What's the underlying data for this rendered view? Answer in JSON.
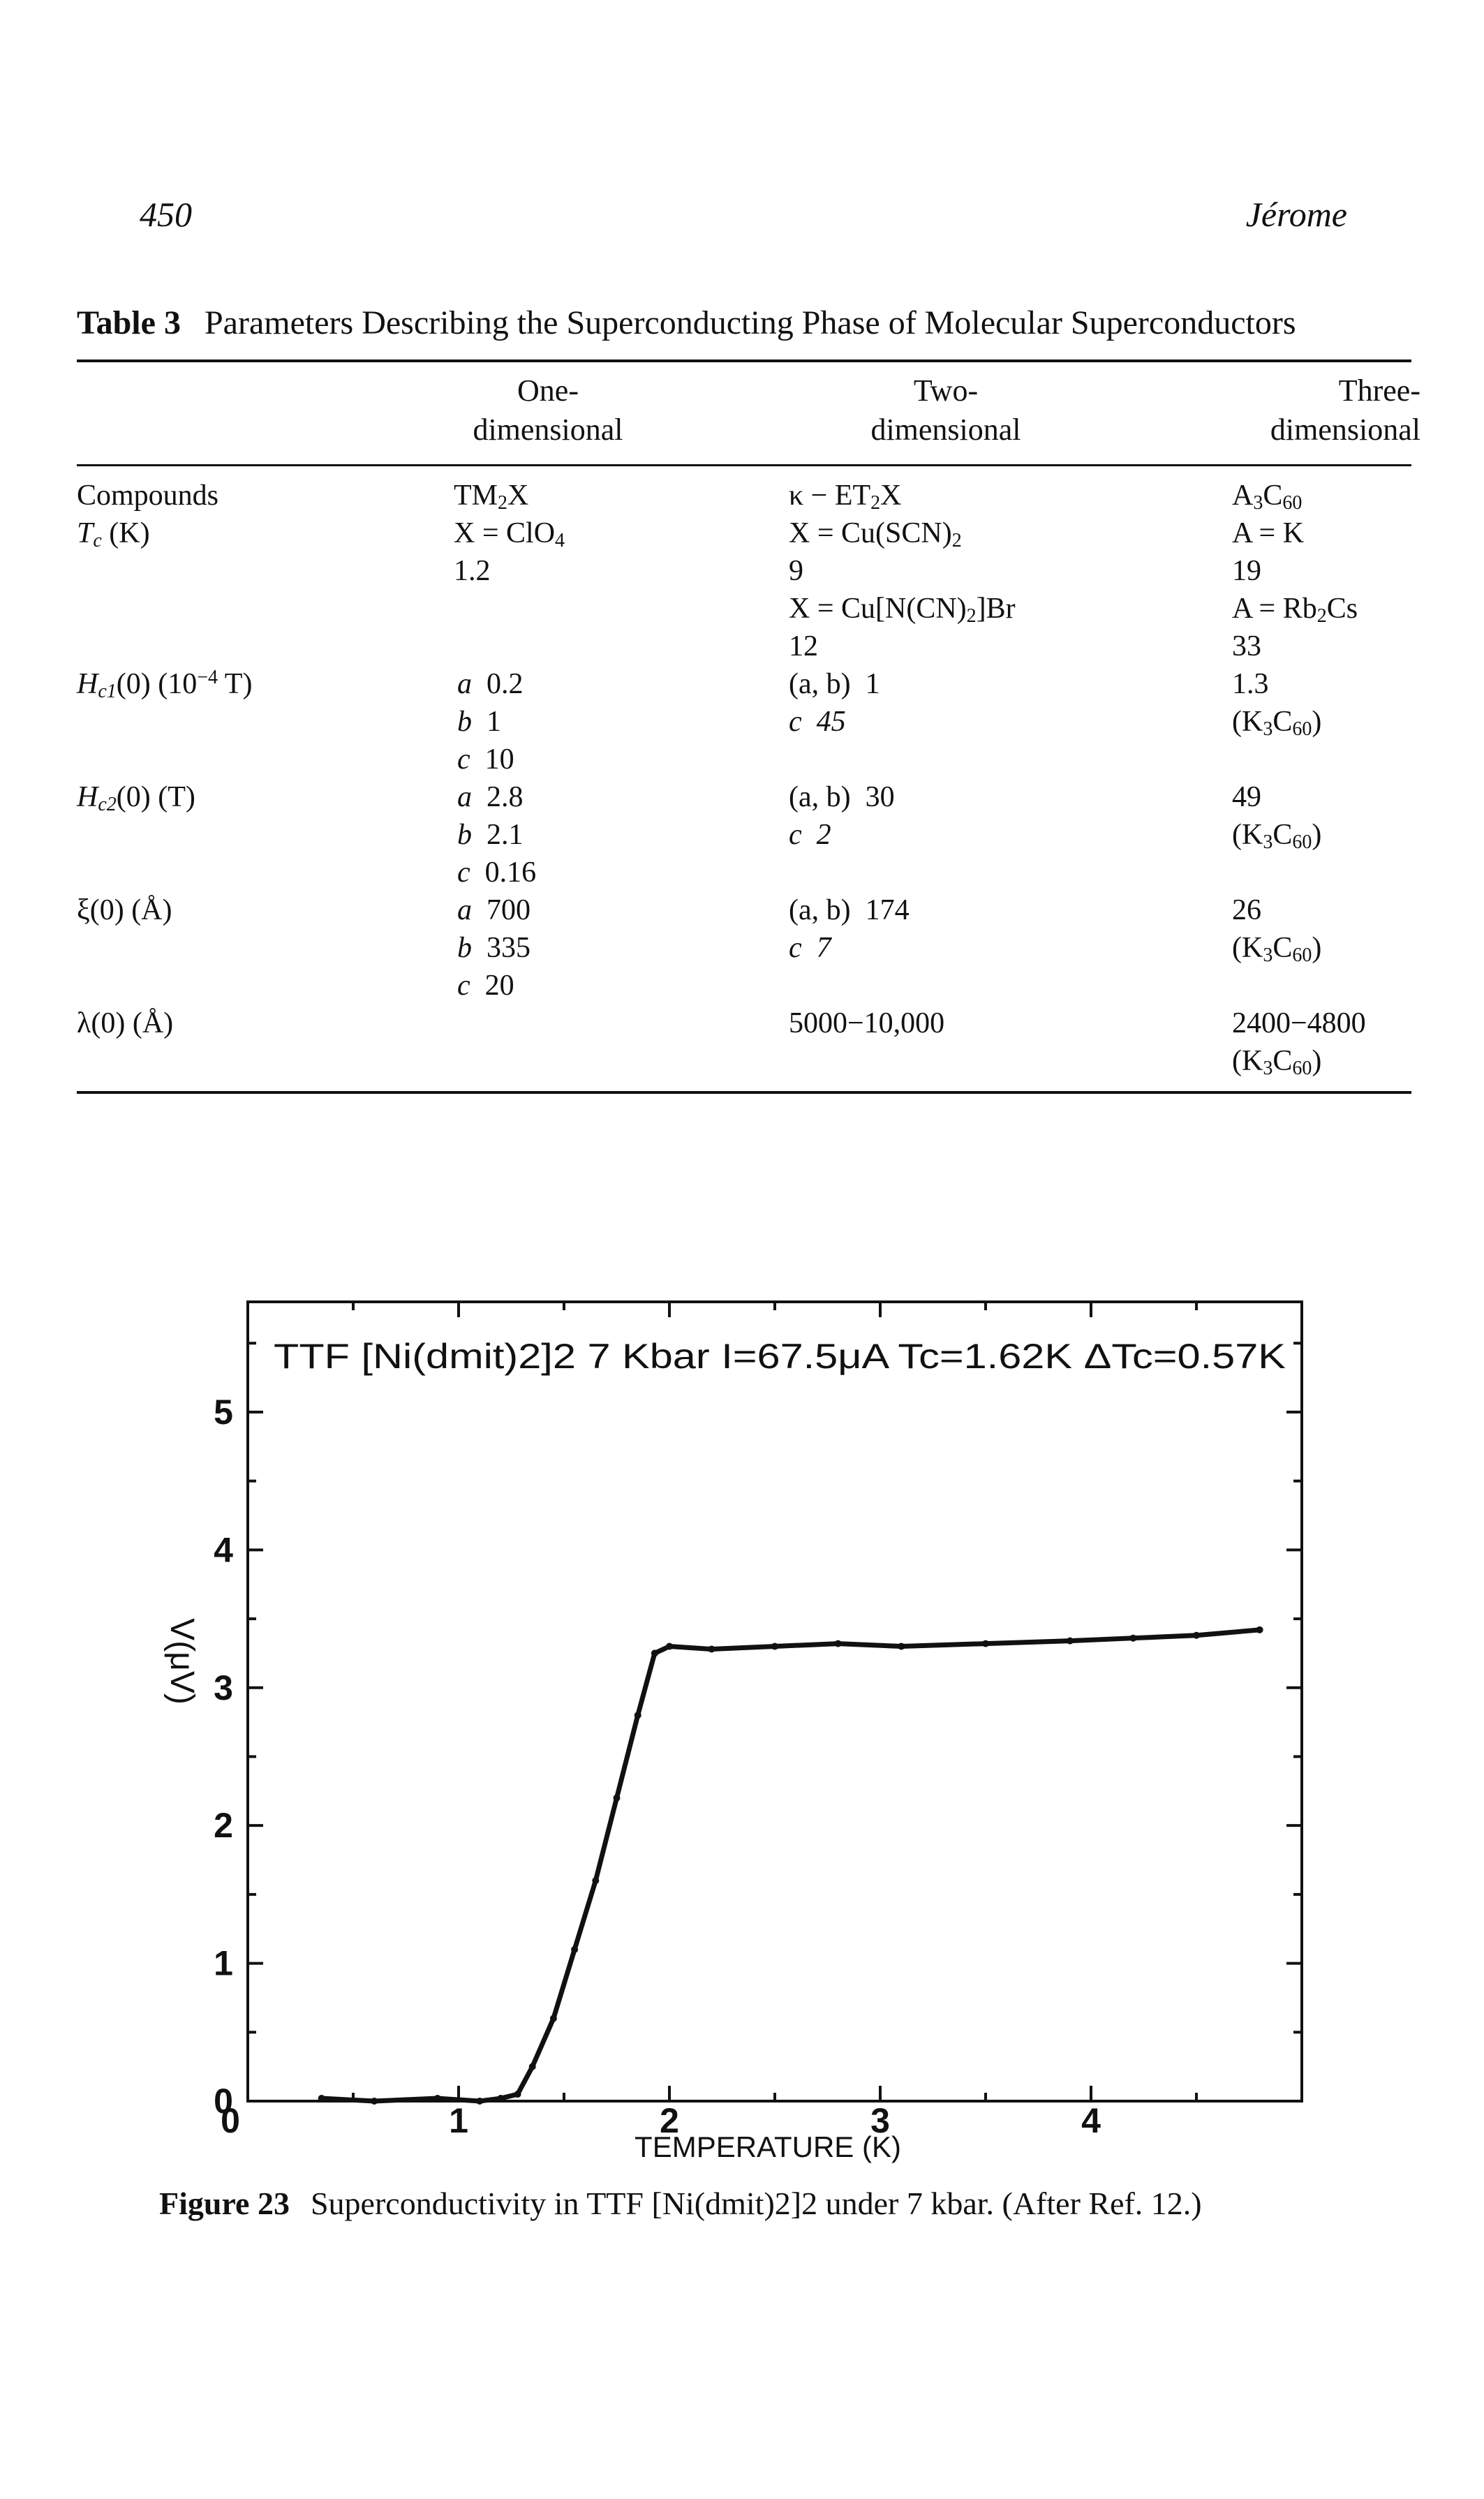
{
  "header": {
    "page_number": "450",
    "running_head": "Jérome"
  },
  "table": {
    "label": "Table 3",
    "title": "Parameters Describing the Superconducting Phase of Molecular Superconductors",
    "columns": [
      {
        "line1": "One-",
        "line2": "dimensional"
      },
      {
        "line1": "Two-",
        "line2": "dimensional"
      },
      {
        "line1": "Three-",
        "line2": "dimensional"
      }
    ]
  },
  "figure": {
    "label": "Figure 23",
    "caption": "Superconductivity in TTF [Ni(dmit)2]2 under 7 kbar. (After Ref. 12.)",
    "annotation": "TTF [Ni(dmit)2]2  7 Kbar  I=67.5μA  Tc=1.62K  ΔTc=0.57K"
  },
  "chart_data": {
    "type": "line",
    "title": "",
    "xlabel": "TEMPERATURE (K)",
    "ylabel": "V(μV)",
    "xlim": [
      0,
      5
    ],
    "ylim": [
      0,
      5.8
    ],
    "x_ticks": [
      0,
      1,
      2,
      3,
      4
    ],
    "y_ticks": [
      0,
      1,
      2,
      3,
      4,
      5
    ],
    "grid": false,
    "series": [
      {
        "x": [
          0.35,
          0.6,
          0.9,
          1.1,
          1.2,
          1.28,
          1.35,
          1.45,
          1.55,
          1.65,
          1.75,
          1.85,
          1.93,
          2.0,
          2.2,
          2.5,
          2.8,
          3.1,
          3.5,
          3.9,
          4.2,
          4.5,
          4.8
        ],
        "y": [
          0.02,
          0.0,
          0.02,
          0.0,
          0.02,
          0.05,
          0.25,
          0.6,
          1.1,
          1.6,
          2.2,
          2.8,
          3.25,
          3.3,
          3.28,
          3.3,
          3.32,
          3.3,
          3.32,
          3.34,
          3.36,
          3.38,
          3.42
        ]
      }
    ]
  },
  "labels": {
    "compounds": "Compounds",
    "tc": "T",
    "tc_sub": "c",
    "tc_unit": " (K)",
    "hc1": "H",
    "hc1_sub": "c1",
    "hc1_rest": "(0) (10",
    "hc1_exp": "−4",
    "hc1_unit": " T)",
    "hc2": "H",
    "hc2_sub": "c2",
    "hc2_rest": "(0) (T)",
    "xi": "ξ(0) (Å)",
    "lambda": "λ(0) (Å)"
  },
  "one_d": {
    "compound_a": "TM",
    "compound_sub": "2",
    "compound_b": "X",
    "x_a": "X = ClO",
    "x_sub": "4",
    "tc": "1.2",
    "hc1": [
      [
        "a",
        "0.2"
      ],
      [
        "b",
        "1"
      ],
      [
        "c",
        "10"
      ]
    ],
    "hc2": [
      [
        "a",
        "2.8"
      ],
      [
        "b",
        "2.1"
      ],
      [
        "c",
        "0.16"
      ]
    ],
    "xi": [
      [
        "a",
        "700"
      ],
      [
        "b",
        "335"
      ],
      [
        "c",
        "20"
      ]
    ]
  },
  "two_d": {
    "compound_a": "κ − ET",
    "compound_sub": "2",
    "compound_b": "X",
    "x1_a": "X = Cu(SCN)",
    "x1_sub": "2",
    "tc1": "9",
    "x2": "X = Cu[N(CN)",
    "x2_sub": "2",
    "x2_b": "]Br",
    "tc2": "12",
    "hc1_ab": "(a, b)  1",
    "hc1_c": "c  45",
    "hc2_ab": "(a, b)  30",
    "hc2_c": "c  2",
    "xi_ab": "(a, b)  174",
    "xi_c": "c  7",
    "lambda": "5000−10,000"
  },
  "three_d": {
    "compound_a": "A",
    "compound_sub1": "3",
    "compound_b": "C",
    "compound_sub2": "60",
    "a1": "A = K",
    "tc1": "19",
    "a2": "A = Rb",
    "a2_sub": "2",
    "a2_b": "Cs",
    "tc2": "33",
    "hc1": "1.3",
    "k_a": "(K",
    "k_sub1": "3",
    "k_b": "C",
    "k_sub2": "60",
    "k_c": ")",
    "hc2": "49",
    "xi": "26",
    "lambda": "2400−4800"
  }
}
